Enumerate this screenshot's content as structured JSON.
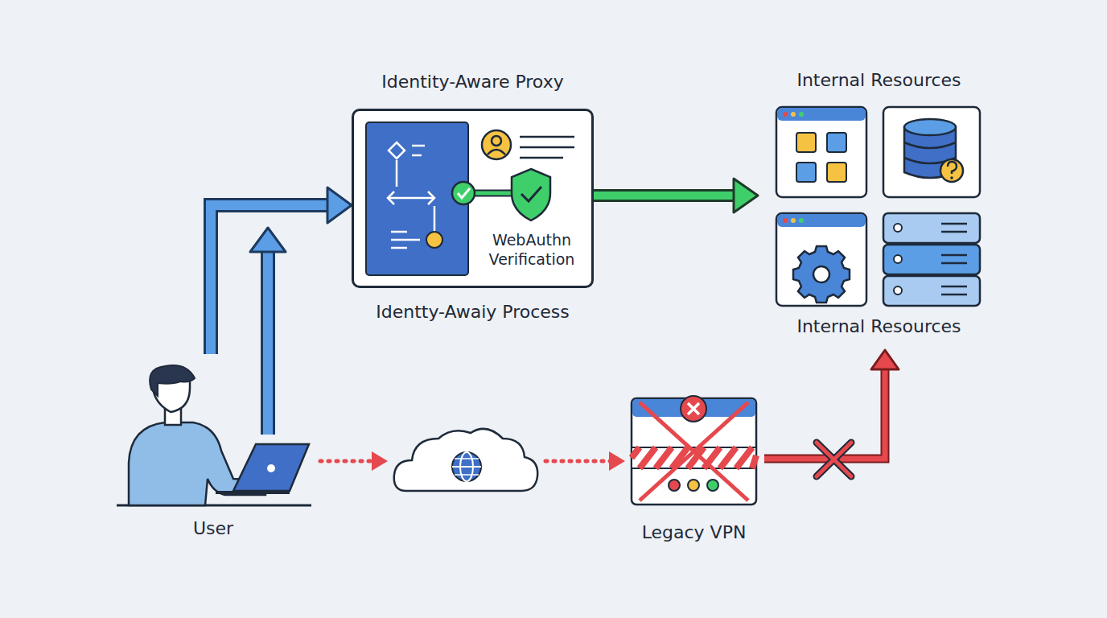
{
  "diagram": {
    "nodes": [
      {
        "text": [
          "Identity-Aware Proxy",
          "WebAuthn Verification",
          "Identty-Awaiy Process"
        ]
      },
      {
        "text": [
          "Internal Resources",
          "Internal Resources"
        ]
      },
      {
        "text": [
          "User"
        ]
      },
      {
        "text": [
          "Legacy VPN"
        ]
      }
    ],
    "edges": [
      {
        "from": 2,
        "to": 0,
        "arrow": "to"
      },
      {
        "from": 2,
        "to": 0,
        "arrow": "to"
      },
      {
        "from": 0,
        "to": 1,
        "arrow": "to"
      },
      {
        "from": 2,
        "to": 3,
        "arrow": "to"
      },
      {
        "from": 3,
        "to": 1,
        "arrow": "to"
      }
    ]
  }
}
